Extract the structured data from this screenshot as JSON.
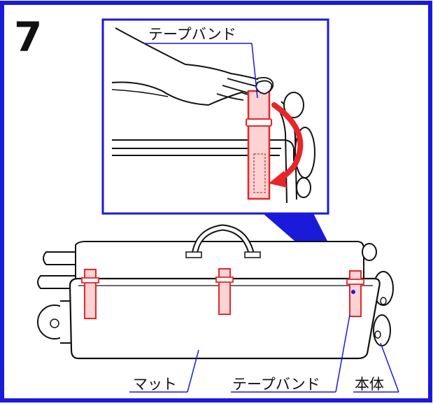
{
  "step": {
    "number": "7"
  },
  "callout": {
    "label": "テープバンド"
  },
  "labels": {
    "mat": "マット",
    "tape_band": "テープバンド",
    "body": "本体"
  },
  "colors": {
    "frame_blue": "#1a1adb",
    "band_red": "#e8262a",
    "band_fill": "#fbd3d3",
    "arrow_red": "#e8262a",
    "zoom_fill": "#1a1adb",
    "line": "#111111"
  }
}
